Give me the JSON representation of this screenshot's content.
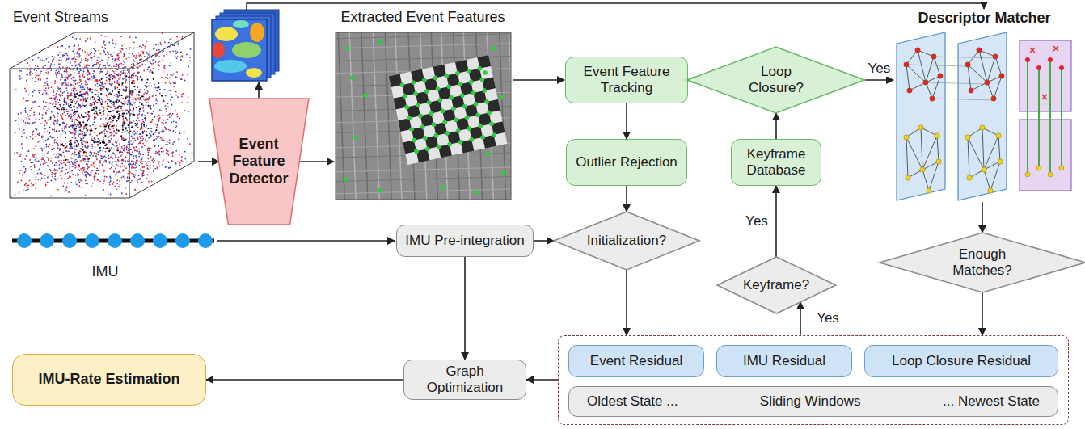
{
  "diagram": {
    "nodes": [
      {
        "text": [
          "Event Feature Detector"
        ]
      },
      {
        "text": [
          "Event Feature Tracking"
        ]
      },
      {
        "text": [
          "Loop Closure?"
        ]
      },
      {
        "text": [
          "Descriptor Matcher"
        ]
      },
      {
        "text": [
          "Outlier Rejection"
        ]
      },
      {
        "text": [
          "Keyframe Database"
        ]
      },
      {
        "text": [
          "IMU Pre-integration"
        ]
      },
      {
        "text": [
          "Initialization?"
        ]
      },
      {
        "text": [
          "Keyframe?"
        ]
      },
      {
        "text": [
          "Enough Matches?"
        ]
      },
      {
        "text": []
      },
      {
        "text": [
          "Event Residual"
        ],
        "in": 10
      },
      {
        "text": [
          "IMU Residual"
        ],
        "in": 10
      },
      {
        "text": [
          "Loop Closure Residual"
        ],
        "in": 10
      },
      {
        "text": [
          "Oldest State ...",
          "Sliding Windows",
          "... Newest State"
        ],
        "in": 10
      },
      {
        "text": [
          "Graph Optimization"
        ]
      },
      {
        "text": [
          "IMU-Rate Estimation"
        ]
      }
    ],
    "edges": [
      {
        "from": 1,
        "to": 2,
        "arrow": "to"
      },
      {
        "from": 1,
        "to": 4,
        "arrow": "to"
      },
      {
        "from": 2,
        "to": 3,
        "label": "Yes",
        "arrow": "to"
      },
      {
        "from": 5,
        "to": 2,
        "arrow": "to"
      },
      {
        "from": 8,
        "to": 5,
        "label": "Yes",
        "arrow": "to"
      },
      {
        "from": 3,
        "to": 9,
        "arrow": "to"
      },
      {
        "from": 4,
        "to": 7,
        "arrow": "to"
      },
      {
        "from": 6,
        "to": 7,
        "arrow": "to"
      },
      {
        "from": 6,
        "to": 15,
        "arrow": "to"
      },
      {
        "from": 7,
        "to": 10,
        "arrow": "to"
      },
      {
        "from": 9,
        "to": 10,
        "arrow": "to"
      },
      {
        "from": 10,
        "to": 8,
        "label": "Yes",
        "arrow": "to"
      },
      {
        "from": 10,
        "to": 15,
        "arrow": "to"
      },
      {
        "from": 15,
        "to": 16,
        "arrow": "to"
      }
    ],
    "labels": [
      "Event Streams",
      "Extracted Event Features",
      "IMU"
    ]
  }
}
